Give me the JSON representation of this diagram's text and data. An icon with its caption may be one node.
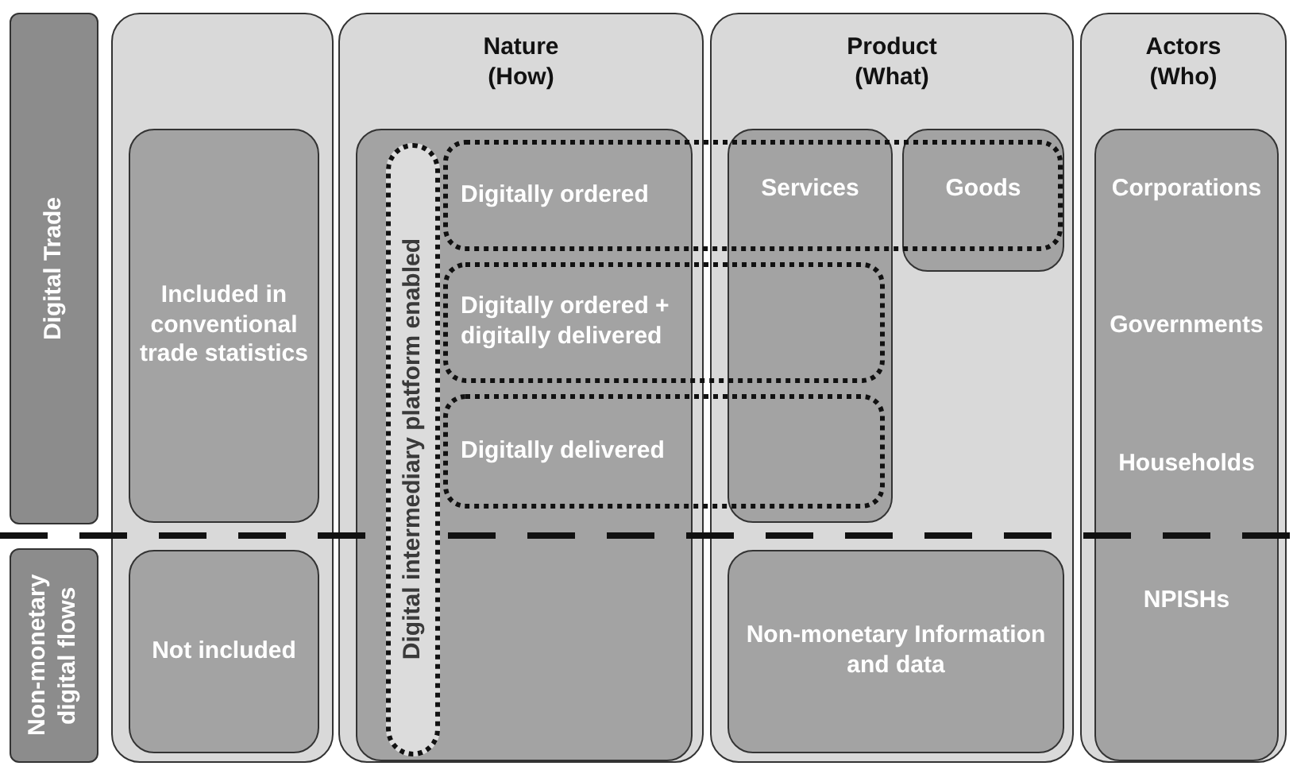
{
  "diagram": {
    "nodes": [
      {
        "text": [
          "Digital Trade"
        ]
      },
      {
        "text": [
          "Non-monetary digital flows"
        ]
      },
      {
        "text": [],
        "shape": "box"
      },
      {
        "text": [
          "Included in conventional trade statistics"
        ],
        "in": 2
      },
      {
        "text": [
          "Not included"
        ],
        "in": 2
      },
      {
        "text": [
          "Nature (How)"
        ]
      },
      {
        "text": [],
        "shape": "box",
        "in": 5
      },
      {
        "text": [
          "Digital intermediary platform enabled"
        ],
        "in": 6
      },
      {
        "text": [
          "Digitally ordered"
        ]
      },
      {
        "text": [
          "Digitally ordered + digitally delivered"
        ]
      },
      {
        "text": [
          "Digitally delivered"
        ]
      },
      {
        "text": [
          "Product (What)"
        ]
      },
      {
        "text": [
          "Services"
        ],
        "in": 11
      },
      {
        "text": [
          "Goods"
        ],
        "in": 11
      },
      {
        "text": [
          "Non-monetary Information and data"
        ],
        "in": 11
      },
      {
        "text": [
          "Actors (Who)"
        ]
      },
      {
        "text": [
          "Corporations",
          "Governments",
          "Households",
          "NPISHs"
        ],
        "in": 15
      }
    ],
    "edges": []
  }
}
